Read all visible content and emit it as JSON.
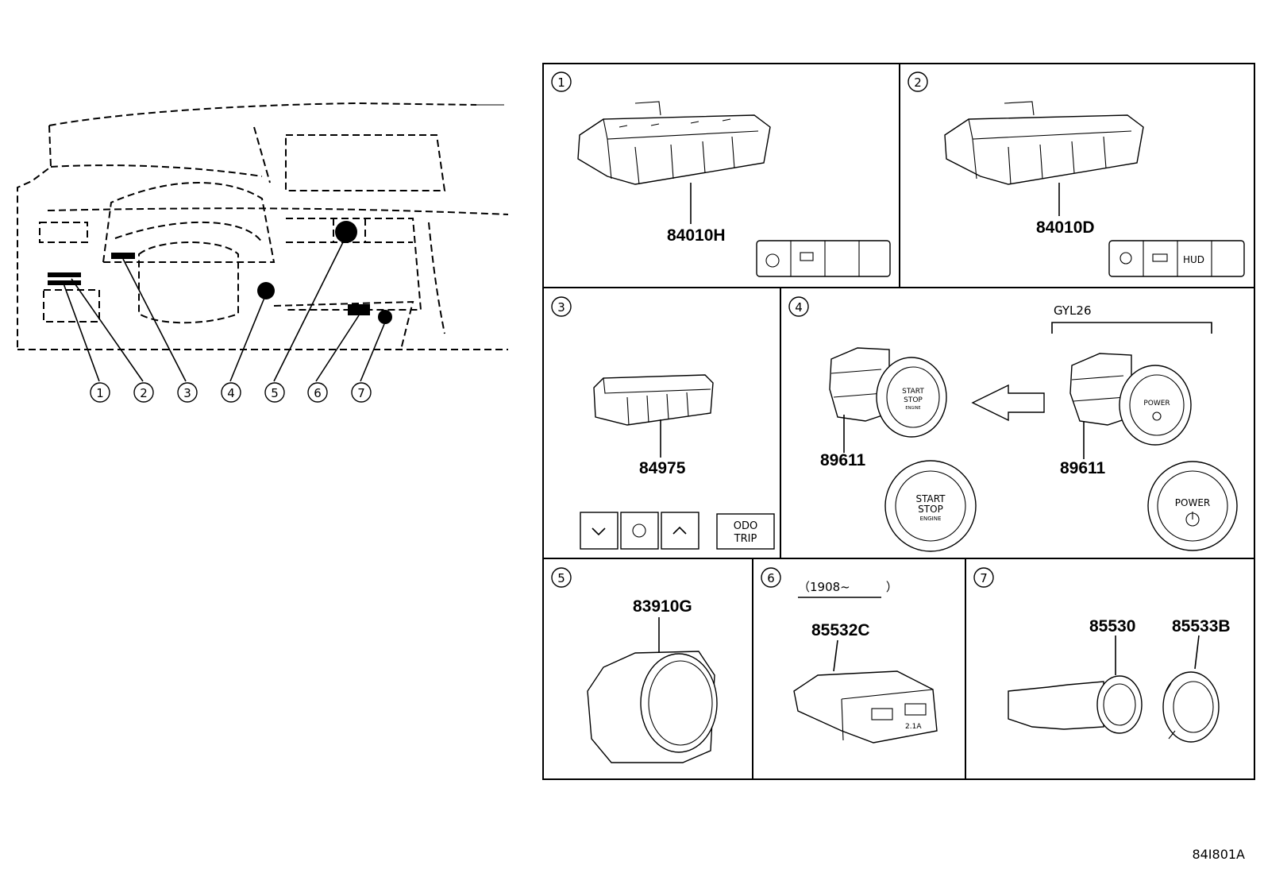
{
  "diagram_code": "84I801A",
  "overview": {
    "callouts": [
      "1",
      "2",
      "3",
      "4",
      "5",
      "6",
      "7"
    ]
  },
  "panels": [
    {
      "index": "1",
      "parts": [
        "84010H"
      ]
    },
    {
      "index": "2",
      "parts": [
        "84010D"
      ],
      "switch_label": "HUD"
    },
    {
      "index": "3",
      "parts": [
        "84975"
      ],
      "button_text": [
        "ODO",
        "TRIP"
      ]
    },
    {
      "index": "4",
      "parts": [
        "89611",
        "89611"
      ],
      "variant": "GYL26",
      "btn_a": [
        "START",
        "STOP",
        "ENGINE"
      ],
      "btn_b": [
        "POWER"
      ]
    },
    {
      "index": "5",
      "parts": [
        "83910G"
      ]
    },
    {
      "index": "6",
      "parts": [
        "85532C"
      ],
      "date_range": "（1908~　　　）",
      "usb_rating": "2.1A"
    },
    {
      "index": "7",
      "parts": [
        "85530",
        "85533B"
      ]
    }
  ]
}
